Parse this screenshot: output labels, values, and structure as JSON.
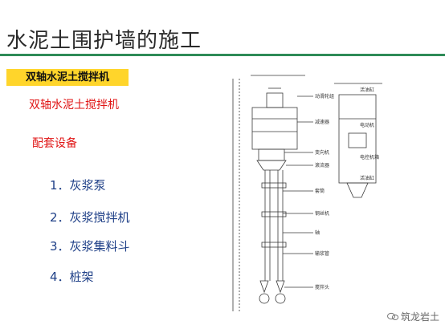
{
  "slide": {
    "title": "水泥土围护墙的施工",
    "badge": "双轴水泥土搅拌机",
    "subtitle": "双轴水泥土搅拌机",
    "section_label": "配套设备",
    "items": [
      {
        "num": "1．",
        "text": "灰浆泵"
      },
      {
        "num": "2．",
        "text": "灰浆搅拌机"
      },
      {
        "num": "3．",
        "text": "灰浆集料斗"
      },
      {
        "num": "4．",
        "text": "桩架"
      }
    ],
    "watermark": "筑龙岩土"
  },
  "diagram": {
    "callouts_left": [
      "动滑轮组",
      "减速器",
      "变向机",
      "滚流器",
      "套筒",
      "钢丝机",
      "轴",
      "输浆管",
      "搅拌头"
    ],
    "callouts_right": [
      "活油缸",
      "电动机",
      "电控机箱",
      "活油缸"
    ],
    "colors": {
      "line": "#3a3a3a",
      "accent": "#2e8b57"
    }
  }
}
